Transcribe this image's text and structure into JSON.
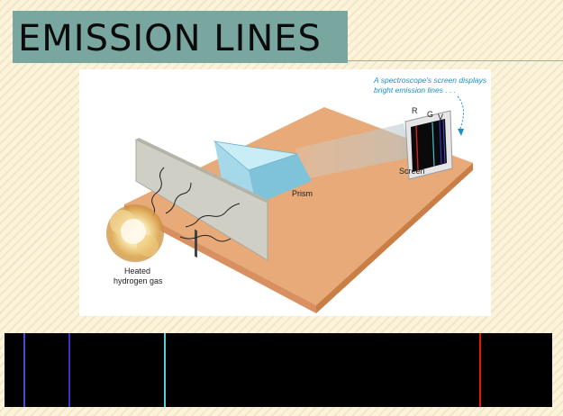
{
  "title": "EMISSION LINES",
  "figure": {
    "caption_line1": "A spectroscope's screen displays",
    "caption_line2": "bright emission lines . . .",
    "screen_letters": [
      "R",
      "G",
      "V"
    ],
    "label_screen": "Screen",
    "label_prism": "Prism",
    "label_gas_line1": "Heated",
    "label_gas_line2": "hydrogen gas"
  },
  "spectrum": {
    "background": "#000000",
    "lines": [
      {
        "position": 0.035,
        "color": "#4a4ad8"
      },
      {
        "position": 0.117,
        "color": "#3a32c8"
      },
      {
        "position": 0.291,
        "color": "#56d0d8"
      },
      {
        "position": 0.867,
        "color": "#e01818"
      }
    ]
  },
  "colors": {
    "title_box": "#7aa6a0",
    "rule": "#d9a04a",
    "caption": "#1a8fc4"
  }
}
